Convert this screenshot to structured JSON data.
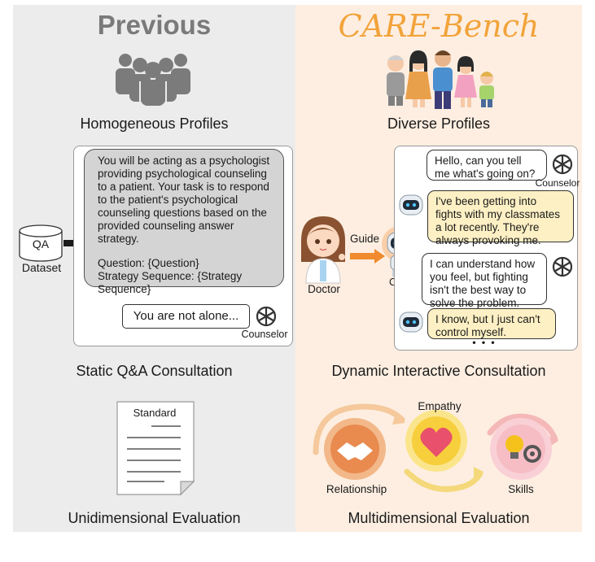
{
  "left": {
    "title": "Previous",
    "profiles_caption": "Homogeneous Profiles",
    "dataset_label": "QA",
    "dataset_caption": "Dataset",
    "prompt_text": "You will be acting as a psychologist providing psychological counseling to a patient. Your task is to respond to the patient's psychological counseling questions based on the provided counseling answer strategy.",
    "prompt_question": "Question: {Question}",
    "prompt_strategy": "Strategy Sequence: {Strategy Sequence}",
    "response": "You are not alone...",
    "counselor_label": "Counselor",
    "consultation_caption": "Static Q&A Consultation",
    "doc_label": "Standard",
    "evaluation_caption": "Unidimensional Evaluation"
  },
  "right": {
    "title": "CARE-Bench",
    "profiles_caption": "Diverse Profiles",
    "doctor_label": "Doctor",
    "guide_label": "Guide",
    "client_label": "Client",
    "counselor_label": "Counselor",
    "messages": [
      "Hello, can you tell me what's going on?",
      "I've been getting into fights with my classmates a lot recently. They're always provoking me.",
      "I can understand how you feel, but fighting isn't the best way to solve the problem.",
      "I know, but I just can't control myself."
    ],
    "ellipsis": "• • •",
    "consultation_caption": "Dynamic Interactive Consultation",
    "eval_labels": [
      "Relationship",
      "Empathy",
      "Skills"
    ],
    "evaluation_caption": "Multidimensional Evaluation"
  },
  "colors": {
    "left_bg": "#ececec",
    "right_bg": "#fdeee1",
    "care_title": "#f2a33a",
    "prev_title": "#7a7a7a",
    "client_bubble": "#fdf0c4",
    "arrow_orange": "#f08a2c"
  }
}
